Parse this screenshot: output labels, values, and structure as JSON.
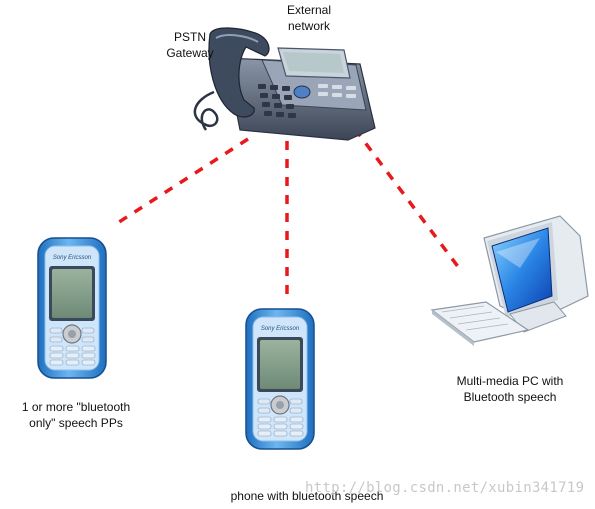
{
  "labels": {
    "external_network": [
      "External",
      "network"
    ],
    "pstn_gateway": [
      "PSTN",
      "Gateway"
    ],
    "bt_pps": [
      "1 or more \"bluetooth",
      "only\" speech PPs"
    ],
    "phone_bt": "phone with bluetooth speech",
    "pc": [
      "Multi-media PC with",
      "Bluetooth speech"
    ]
  },
  "phone_brand": "Sony Ericsson",
  "watermark": "http://blog.csdn.net/xubin341719",
  "colors": {
    "link": "#e8191c",
    "phone_body": "#4a9fe0",
    "phone_screen": "#7f9a86",
    "desk_phone": "#5b6a80",
    "monitor_screen": "#1a5fd8",
    "pc_case": "#e9eef2"
  },
  "icons": [
    "desk-phone-icon",
    "mobile-phone-icon",
    "mobile-phone-icon",
    "computer-icon"
  ]
}
